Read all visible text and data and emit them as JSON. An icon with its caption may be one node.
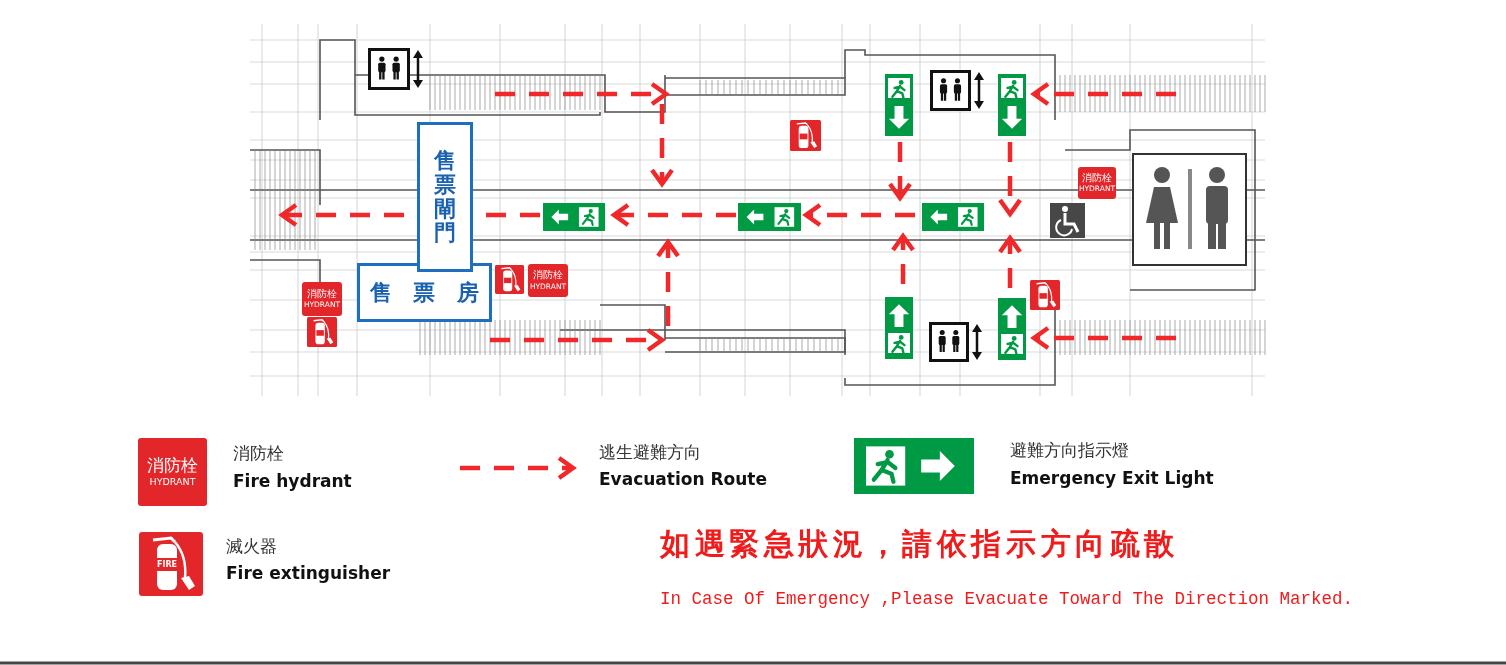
{
  "diagram": {
    "nodes": [
      {
        "text": [
          "售票閘門"
        ]
      },
      {
        "text": [
          "售 票 房"
        ]
      }
    ],
    "labels": [
      "消防栓",
      "HYDRANT",
      "消防栓",
      "HYDRANT",
      "消防栓",
      "HYDRANT",
      "消防栓",
      "HYDRANT",
      "FIRE",
      "如遇緊急狀況，請依指示方向疏散",
      "In Case Of Emergency ,Please Evacuate Toward The Direction Marked."
    ],
    "legend": [
      {
        "text": "消防栓"
      },
      {
        "text": "Fire hydrant"
      },
      {
        "text": "逃生避難方向"
      },
      {
        "text": "Evacuation Route"
      },
      {
        "text": "避難方向指示燈"
      },
      {
        "text": "Emergency Exit Light"
      },
      {
        "text": "滅火器"
      },
      {
        "text": "Fire extinguisher"
      }
    ]
  }
}
